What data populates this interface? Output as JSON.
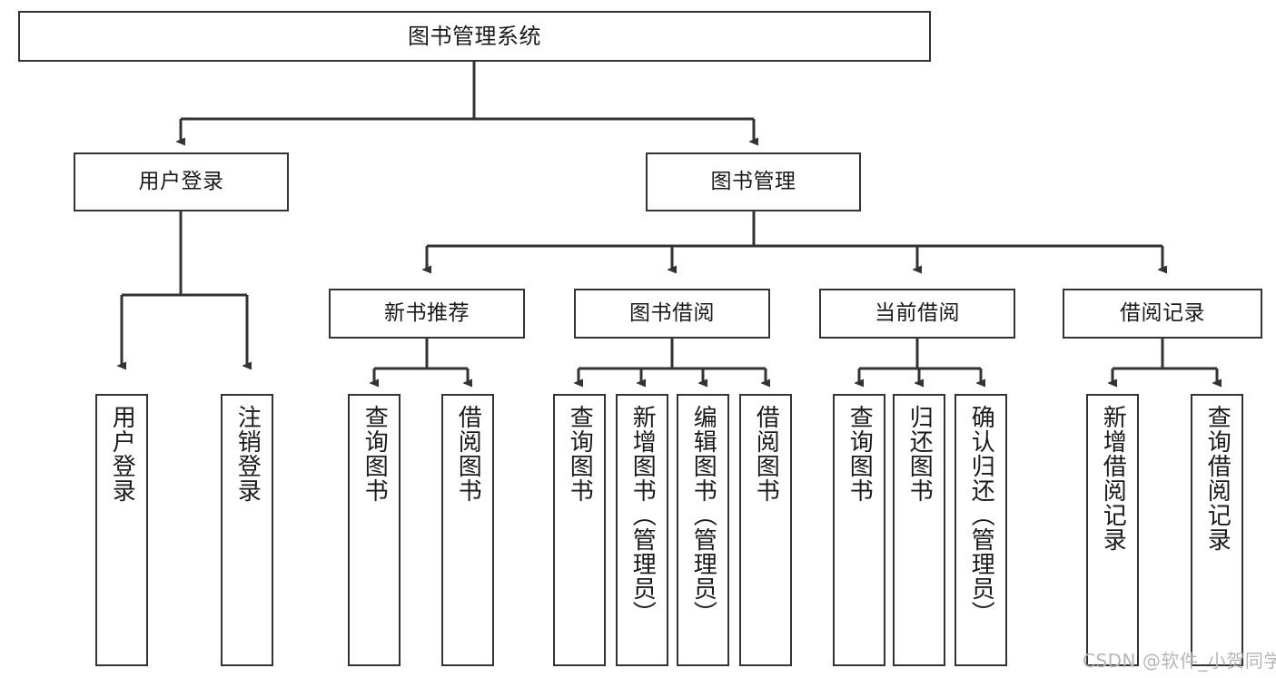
{
  "diagram": {
    "title": "图书管理系统",
    "type": "tree-hierarchy-diagram",
    "root": {
      "id": "root",
      "label": "图书管理系统"
    },
    "level2": [
      {
        "id": "user-login",
        "label": "用户登录"
      },
      {
        "id": "book-manage",
        "label": "图书管理"
      }
    ],
    "level3": [
      {
        "id": "new-book-recommend",
        "label": "新书推荐"
      },
      {
        "id": "book-borrow",
        "label": "图书借阅"
      },
      {
        "id": "current-borrow",
        "label": "当前借阅"
      },
      {
        "id": "borrow-record",
        "label": "借阅记录"
      }
    ],
    "leaves": {
      "user_login": [
        {
          "id": "leaf-user-login",
          "label": "用户登录"
        },
        {
          "id": "leaf-logout",
          "label": "注销登录"
        }
      ],
      "new_book_recommend": [
        {
          "id": "leaf-query-book-1",
          "label": "查询图书"
        },
        {
          "id": "leaf-borrow-book-1",
          "label": "借阅图书"
        }
      ],
      "book_borrow": [
        {
          "id": "leaf-query-book-2",
          "label": "查询图书"
        },
        {
          "id": "leaf-add-book",
          "label": "新增图书（管理员）"
        },
        {
          "id": "leaf-edit-book",
          "label": "编辑图书（管理员）"
        },
        {
          "id": "leaf-borrow-book-2",
          "label": "借阅图书"
        }
      ],
      "current_borrow": [
        {
          "id": "leaf-query-book-3",
          "label": "查询图书"
        },
        {
          "id": "leaf-return-book",
          "label": "归还图书"
        },
        {
          "id": "leaf-confirm-return",
          "label": "确认归还（管理员）"
        }
      ],
      "borrow_record": [
        {
          "id": "leaf-add-record",
          "label": "新增借阅记录"
        },
        {
          "id": "leaf-query-record",
          "label": "查询借阅记录"
        }
      ]
    },
    "colors": {
      "box_border": "#333333",
      "box_fill": "#ffffff",
      "connector": "#333333",
      "text": "#1a1a1a",
      "watermark": "#b6b6b6",
      "background": "#ffffff"
    }
  },
  "watermark": {
    "text": "CSDN @软件_小贺同学"
  }
}
